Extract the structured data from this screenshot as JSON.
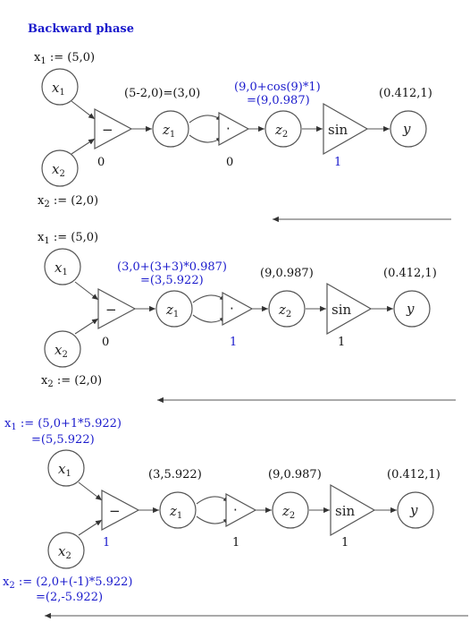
{
  "title": "Backward phase",
  "colors": {
    "text": "#111111",
    "highlight": "#1a1acc",
    "stroke": "#555555"
  },
  "node_labels": {
    "x": "x",
    "z": "z",
    "y": "y",
    "minus": "−",
    "dot": "·",
    "sin": "sin"
  },
  "panels": [
    {
      "x1_prefix": "x",
      "x1_sub": "1",
      "x1_value": " := (5,0)",
      "x2_prefix": "x",
      "x2_sub": "2",
      "x2_value": " := (2,0)",
      "z1_label": "(5-2,0)=(3,0)",
      "z2_label_line1": "(9,0+cos(9)*1)",
      "z2_label_line2": "=(9,0.987)",
      "y_label": "(0.412,1)",
      "minus_grad": "0",
      "dot_grad": "0",
      "sin_grad": "1"
    },
    {
      "x1_prefix": "x",
      "x1_sub": "1",
      "x1_value": " := (5,0)",
      "x2_prefix": "x",
      "x2_sub": "2",
      "x2_value": " := (2,0)",
      "z1_label_line1": "(3,0+(3+3)*0.987)",
      "z1_label_line2": "=(3,5.922)",
      "z2_label": "(9,0.987)",
      "y_label": "(0.412,1)",
      "minus_grad": "0",
      "dot_grad": "1",
      "sin_grad": "1"
    },
    {
      "x1_prefix": "x",
      "x1_sub": "1",
      "x1_value_line1": " := (5,0+1*5.922)",
      "x1_value_line2": "=(5,5.922)",
      "x2_prefix": "x",
      "x2_sub": "2",
      "x2_value_line1": " :=  (2,0+(-1)*5.922)",
      "x2_value_line2": "=(2,-5.922)",
      "z1_label": "(3,5.922)",
      "z2_label": "(9,0.987)",
      "y_label": "(0.412,1)",
      "minus_grad": "1",
      "dot_grad": "1",
      "sin_grad": "1"
    }
  ]
}
